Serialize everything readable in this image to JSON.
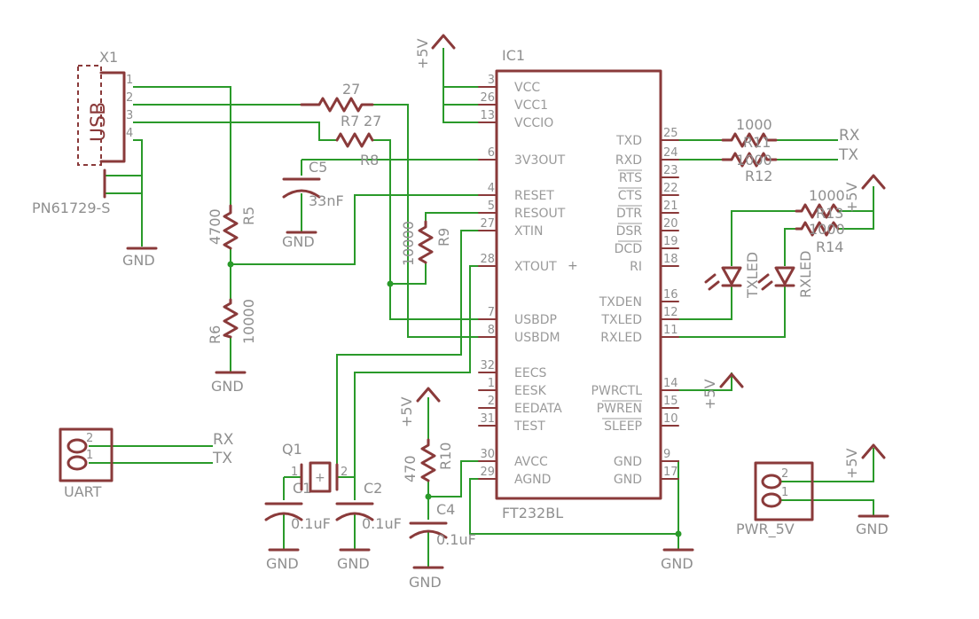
{
  "connector_usb": {
    "ref": "X1",
    "label": "USB",
    "part": "PN61729-S",
    "pins": [
      "1",
      "2",
      "3",
      "4"
    ]
  },
  "ic": {
    "ref": "IC1",
    "value": "FT232BL",
    "left_pins": [
      {
        "num": "3",
        "name": "VCC"
      },
      {
        "num": "26",
        "name": "VCC1"
      },
      {
        "num": "13",
        "name": "VCCIO"
      },
      {
        "num": "6",
        "name": "3V3OUT"
      },
      {
        "num": "4",
        "name": "RESET"
      },
      {
        "num": "5",
        "name": "RESOUT"
      },
      {
        "num": "27",
        "name": "XTIN"
      },
      {
        "num": "28",
        "name": "XTOUT"
      },
      {
        "num": "7",
        "name": "USBDP"
      },
      {
        "num": "8",
        "name": "USBDM"
      },
      {
        "num": "32",
        "name": "EECS"
      },
      {
        "num": "1",
        "name": "EESK"
      },
      {
        "num": "2",
        "name": "EEDATA"
      },
      {
        "num": "31",
        "name": "TEST"
      },
      {
        "num": "30",
        "name": "AVCC"
      },
      {
        "num": "29",
        "name": "AGND"
      }
    ],
    "right_pins": [
      {
        "num": "25",
        "name": "TXD"
      },
      {
        "num": "24",
        "name": "RXD"
      },
      {
        "num": "23",
        "name": "RTS"
      },
      {
        "num": "22",
        "name": "CTS"
      },
      {
        "num": "21",
        "name": "DTR"
      },
      {
        "num": "20",
        "name": "DSR"
      },
      {
        "num": "19",
        "name": "DCD"
      },
      {
        "num": "18",
        "name": "RI"
      },
      {
        "num": "16",
        "name": "TXDEN"
      },
      {
        "num": "12",
        "name": "TXLED"
      },
      {
        "num": "11",
        "name": "RXLED"
      },
      {
        "num": "14",
        "name": "PWRCTL"
      },
      {
        "num": "15",
        "name": "PWREN"
      },
      {
        "num": "10",
        "name": "SLEEP"
      },
      {
        "num": "9",
        "name": "GND"
      },
      {
        "num": "17",
        "name": "GND"
      }
    ]
  },
  "resistors": {
    "r7": {
      "ref": "R7",
      "value": "27"
    },
    "r8": {
      "ref": "R8",
      "value": "27"
    },
    "r5": {
      "ref": "R5",
      "value": "4700"
    },
    "r6": {
      "ref": "R6",
      "value": "10000"
    },
    "r9": {
      "ref": "R9",
      "value": "10000"
    },
    "r10": {
      "ref": "R10",
      "value": "470"
    },
    "r11": {
      "ref": "R11",
      "value": "1000"
    },
    "r12": {
      "ref": "R12",
      "value": "1000"
    },
    "r13": {
      "ref": "R13",
      "value": "1000"
    },
    "r14": {
      "ref": "R14",
      "value": "1000"
    }
  },
  "capacitors": {
    "c1": {
      "ref": "C1",
      "value": "0.1uF"
    },
    "c2": {
      "ref": "C2",
      "value": "0.1uF"
    },
    "c4": {
      "ref": "C4",
      "value": "0.1uF"
    },
    "c5": {
      "ref": "C5",
      "value": "33nF"
    }
  },
  "crystal": {
    "ref": "Q1",
    "pins": [
      "1",
      "2"
    ],
    "mark": "+"
  },
  "leds": {
    "tx": "TXLED",
    "rx": "RXLED"
  },
  "uart": {
    "ref": "UART",
    "pins": [
      "2",
      "1"
    ],
    "nets": [
      "RX",
      "TX"
    ]
  },
  "pwr": {
    "ref": "PWR_5V",
    "pins": [
      "2",
      "1"
    ]
  },
  "nets": {
    "gnd": "GND",
    "vcc": "+5V",
    "rx": "RX",
    "tx": "TX"
  }
}
